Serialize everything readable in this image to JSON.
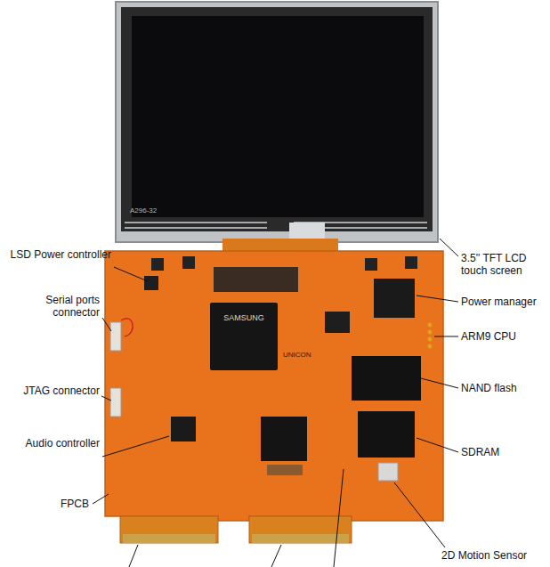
{
  "diagram": {
    "labels": [
      "LSD Power controller",
      "Serial ports connector",
      "JTAG connector",
      "Audio controller",
      "FPCB",
      "3.5'' TFT LCD touch screen",
      "Power manager",
      "ARM9 CPU",
      "NAND flash",
      "SDRAM",
      "2D Motion Sensor",
      "SAMSUNG",
      "A296-32",
      "UNICON"
    ]
  }
}
